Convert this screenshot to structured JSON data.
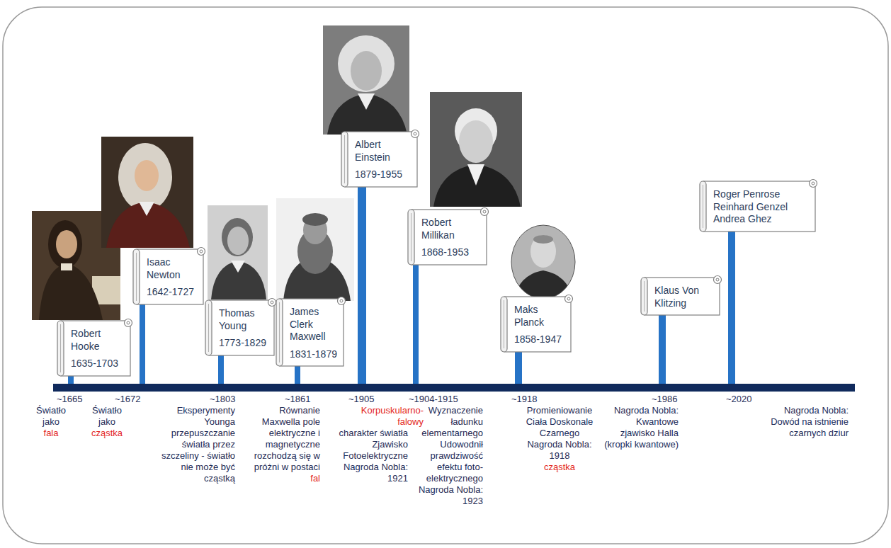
{
  "diagram": {
    "nodes": [
      {
        "text": [
          "Robert Hooke",
          "1635-1703"
        ]
      },
      {
        "text": [
          "Isaac Newton",
          "1642-1727"
        ]
      },
      {
        "text": [
          "Thomas Young",
          "1773-1829"
        ]
      },
      {
        "text": [
          "James Clerk Maxwell",
          "1831-1879"
        ]
      },
      {
        "text": [
          "Albert Einstein",
          "1879-1955"
        ]
      },
      {
        "text": [
          "Robert Millikan",
          "1868-1953"
        ]
      },
      {
        "text": [
          "Maks Planck",
          "1858-1947"
        ]
      },
      {
        "text": [
          "Klaus Von Klitzing"
        ]
      },
      {
        "text": [
          "Roger Penrose",
          "Reinhard Genzel",
          "Andrea Ghez"
        ]
      }
    ],
    "labels": [
      "~1665",
      "Światło jako",
      "fala",
      "~1672",
      "Światło jako",
      "cząstka",
      "~1803",
      "Eksperymenty Younga przepuszczanie światła przez szczeliny - światło nie może być cząstką",
      "~1861",
      "Równanie Maxwella pole elektryczne i magnetyczne rozchodzą się w próżni w postaci",
      "fal",
      "~1905",
      "Korpuskularno-falowy",
      "charakter światła Zjawisko Fotoelektryczne Nagroda Nobla: 1921",
      "~1904-1915",
      "Wyznaczenie ładunku elementarnego Udowodnił prawdziwość efektu foto-elektrycznego Nagroda Nobla: 1923",
      "~1918",
      "Promieniowanie Ciała Doskonale Czarnego Nagroda Nobla: 1918",
      "cząstka",
      "~1986",
      "Nagroda Nobla: Kwantowe zjawisko Halla (kropki kwantowe)",
      "~2020",
      "Nagroda Nobla: Dowód na istnienie czarnych dziur"
    ]
  }
}
